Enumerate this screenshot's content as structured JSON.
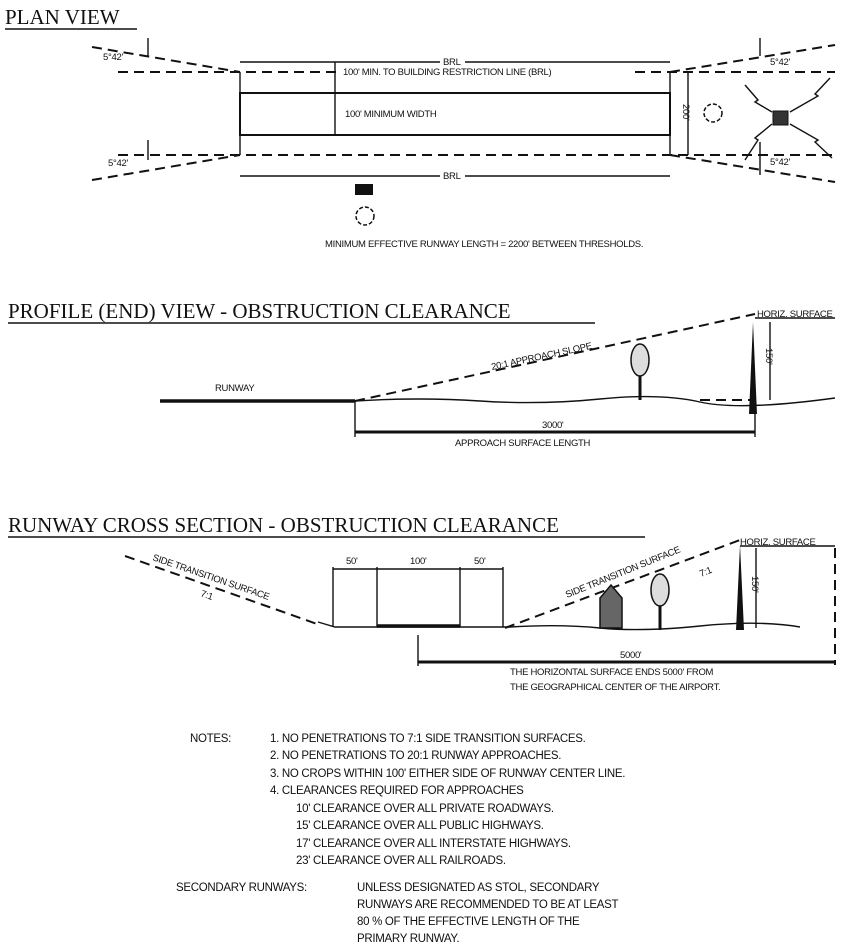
{
  "plan_view": {
    "title": "PLAN VIEW",
    "brl_top": "BRL",
    "brl_bottom": "BRL",
    "brl_distance": "100' MIN. TO BUILDING RESTRICTION LINE (BRL)",
    "min_width": "100' MINIMUM WIDTH",
    "width_200": "200'",
    "angle": "5°42'",
    "min_length": "MINIMUM EFFECTIVE RUNWAY LENGTH = 2200' BETWEEN THRESHOLDS."
  },
  "profile_view": {
    "title": "PROFILE (END) VIEW  -  OBSTRUCTION CLEARANCE",
    "runway": "RUNWAY",
    "slope": "20:1 APPROACH SLOPE",
    "horiz_surface": "HORIZ. SURFACE",
    "height": "150'",
    "length": "3000'",
    "length_label": "APPROACH SURFACE LENGTH"
  },
  "cross_section": {
    "title": "RUNWAY CROSS SECTION  -  OBSTRUCTION CLEARANCE",
    "side_surface": "SIDE TRANSITION SURFACE",
    "ratio": "7:1",
    "dim_50": "50'",
    "dim_100": "100'",
    "horiz_surface": "HORIZ. SURFACE",
    "height": "150'",
    "distance": "5000'",
    "note_line1": "THE HORIZONTAL SURFACE ENDS 5000' FROM",
    "note_line2": "THE GEOGRAPHICAL CENTER OF THE AIRPORT."
  },
  "notes": {
    "label": "NOTES:",
    "items": [
      "1. NO PENETRATIONS TO 7:1 SIDE TRANSITION SURFACES.",
      "2. NO PENETRATIONS TO 20:1 RUNWAY APPROACHES.",
      "3. NO CROPS WITHIN 100' EITHER SIDE OF RUNWAY CENTER LINE.",
      "4. CLEARANCES REQUIRED FOR APPROACHES"
    ],
    "clearances": [
      "10' CLEARANCE OVER ALL PRIVATE ROADWAYS.",
      "15' CLEARANCE OVER ALL PUBLIC HIGHWAYS.",
      "17' CLEARANCE OVER ALL INTERSTATE HIGHWAYS.",
      "23' CLEARANCE OVER ALL RAILROADS."
    ]
  },
  "secondary": {
    "label": "SECONDARY RUNWAYS:",
    "lines": [
      "UNLESS DESIGNATED AS STOL, SECONDARY",
      "RUNWAYS ARE RECOMMENDED TO BE AT LEAST",
      "80 % OF THE  EFFECTIVE LENGTH OF THE",
      "PRIMARY RUNWAY."
    ]
  }
}
